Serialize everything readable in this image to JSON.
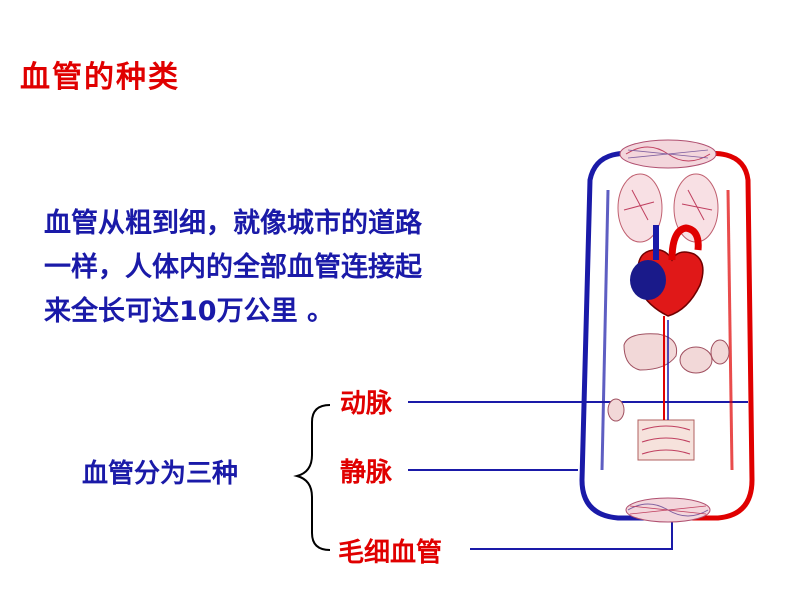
{
  "title": "血管的种类",
  "paragraph": {
    "lines": [
      "血管从粗到细，就像城市的道路",
      "一样，人体内的全部血管连接起",
      "来全长可达10万公里 。"
    ]
  },
  "classification": {
    "label": "血管分为三种",
    "types": [
      "动脉",
      "静脉",
      "毛细血管"
    ]
  },
  "colors": {
    "title": "#e00000",
    "body_text": "#1a1aa8",
    "artery": "#e00000",
    "vein": "#1a1aa8"
  }
}
